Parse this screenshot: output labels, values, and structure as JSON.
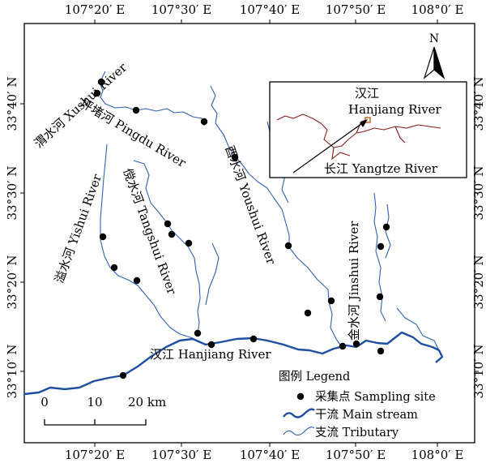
{
  "map": {
    "lon_ticks": [
      "107°20′ E",
      "107°30′ E",
      "107°40′ E",
      "107°50′ E",
      "108°0′ E"
    ],
    "lat_ticks": [
      "33°40′ N",
      "33°30′ N",
      "33°20′ N",
      "33°10′ N"
    ],
    "north_label": "N",
    "rivers": {
      "xushui": "渭水河 Xushui River",
      "pingdu": "坪堵河 Pingdu River",
      "yishui": "溢水河 Yishui River",
      "tangshui": "傥水河 Tangshui River",
      "youshui": "酉水河 Youshui River",
      "jinshui": "金水河 Jinshui River",
      "hanjiang": "汉江 Hanjiang River"
    },
    "inset": {
      "hanjiang_cn": "汉江",
      "hanjiang_en": "Hanjiang River",
      "yangtze": "长江 Yangtze River"
    },
    "legend": {
      "title": "图例 Legend",
      "sampling": "采集点 Sampling site",
      "main": "干流 Main stream",
      "tributary": "支流 Tributary"
    },
    "scale": {
      "labels": [
        "0",
        "10",
        "20 km"
      ]
    },
    "colors": {
      "main": "#1f4fa3",
      "tributary": "#2f62b5",
      "inset_river": "#8b1a1a",
      "site": "#000000"
    }
  }
}
